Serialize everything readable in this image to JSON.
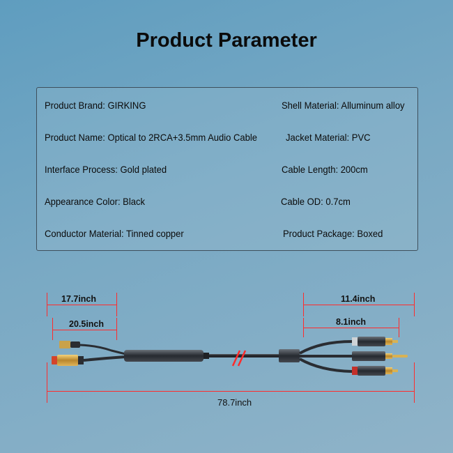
{
  "title": "Product Parameter",
  "params_left": [
    "Product Brand: GIRKING",
    "Product Name: Optical to 2RCA+3.5mm Audio Cable",
    "Interface Process: Gold plated",
    "Appearance Color: Black",
    "Conductor Material: Tinned copper"
  ],
  "params_right": [
    "Shell Material: Alluminum alloy",
    "Jacket Material: PVC",
    "Cable Length: 200cm",
    "Cable OD: 0.7cm",
    "Product Package: Boxed"
  ],
  "dimensions": {
    "left_top": "17.7inch",
    "left_bottom": "20.5inch",
    "right_top": "11.4inch",
    "right_bottom": "8.1inch",
    "total": "78.7inch"
  },
  "colors": {
    "dimension_line": "#ff2b2b",
    "background": "#79a9c4"
  }
}
